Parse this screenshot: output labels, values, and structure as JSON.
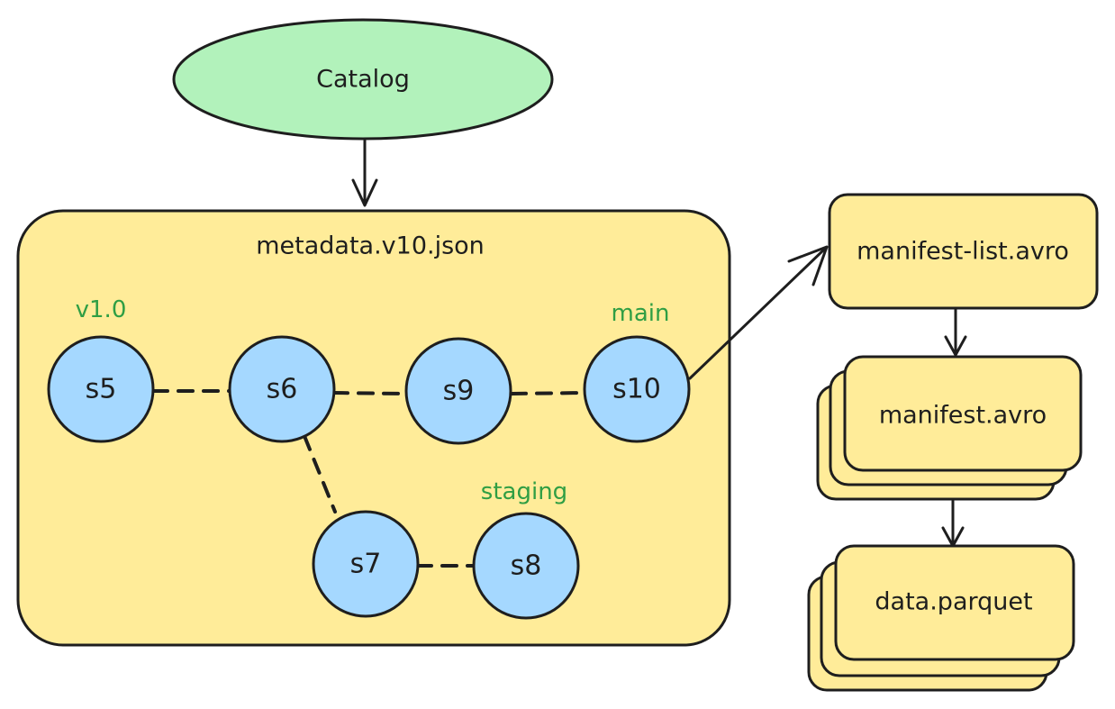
{
  "catalog": {
    "label": "Catalog"
  },
  "metadata": {
    "label": "metadata.v10.json"
  },
  "snapshots": {
    "s5": "s5",
    "s6": "s6",
    "s9": "s9",
    "s10": "s10",
    "s7": "s7",
    "s8": "s8"
  },
  "tags": {
    "v1_0": "v1.0",
    "main": "main",
    "staging": "staging"
  },
  "files": {
    "manifest_list": "manifest-list.avro",
    "manifest": "manifest.avro",
    "data": "data.parquet"
  },
  "colors": {
    "catalog_fill": "#b2f2bb",
    "box_fill": "#ffec99",
    "snapshot_fill": "#a5d8ff",
    "tag_text": "#2f9e44",
    "stroke": "#1e1e1e"
  }
}
